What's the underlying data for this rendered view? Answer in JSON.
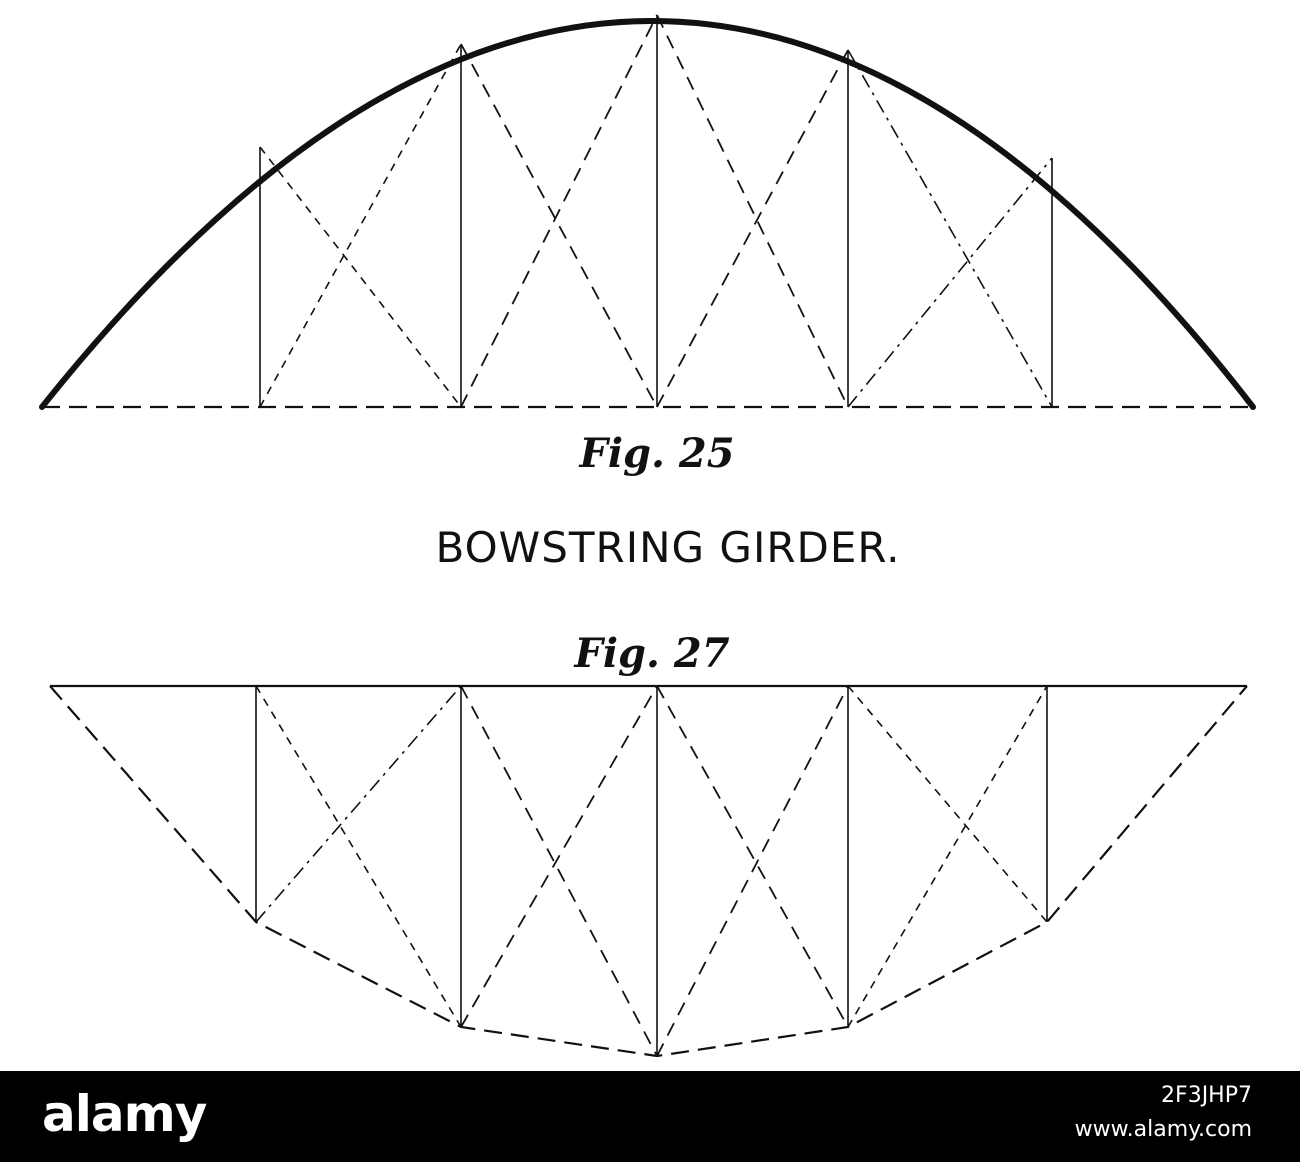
{
  "figures": {
    "top_label": "Fig. 25",
    "bottom_label": "Fig. 27",
    "title": "BOWSTRING GIRDER."
  },
  "watermark": {
    "logo": "alamy",
    "image_id": "2F3JHP7",
    "url": "www.alamy.com"
  },
  "colors": {
    "ink": "#111111",
    "paper": "#ffffff",
    "bar": "#000000"
  }
}
